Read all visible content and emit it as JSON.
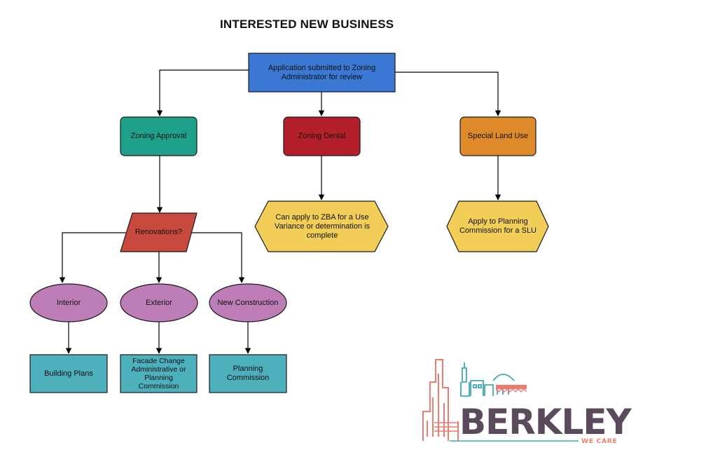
{
  "title": "INTERESTED NEW BUSINESS",
  "nodes": {
    "application": "Application submitted to Zoning Administrator for review",
    "zoning_approval": "Zoning Approval",
    "zoning_denial": "Zoning Denial",
    "special_land_use": "Special Land Use",
    "renovations": "Renovations?",
    "zba": "Can apply to ZBA for a Use Variance or determination is complete",
    "planning_slu": "Apply to Planning Commission for a SLU",
    "interior": "Interior",
    "exterior": "Exterior",
    "new_construction": "New Construction",
    "building_plans": "Building Plans",
    "facade": "Facade Change Administrative or Planning Commission",
    "planning_commission": "Planning Commission"
  },
  "logo": {
    "name": "BERKLEY",
    "tagline": "WE CARE"
  },
  "colors": {
    "blue": "#3a78d4",
    "teal": "#1fa08a",
    "red": "#b31f2a",
    "orange": "#df8a2a",
    "yellow": "#f2cd57",
    "brick": "#c8493e",
    "purple": "#bd7eb8",
    "cyan": "#4fb0bd",
    "logo_text": "#5a4a5c",
    "logo_coral": "#ef7a6e",
    "logo_teal": "#3fa9b3"
  }
}
